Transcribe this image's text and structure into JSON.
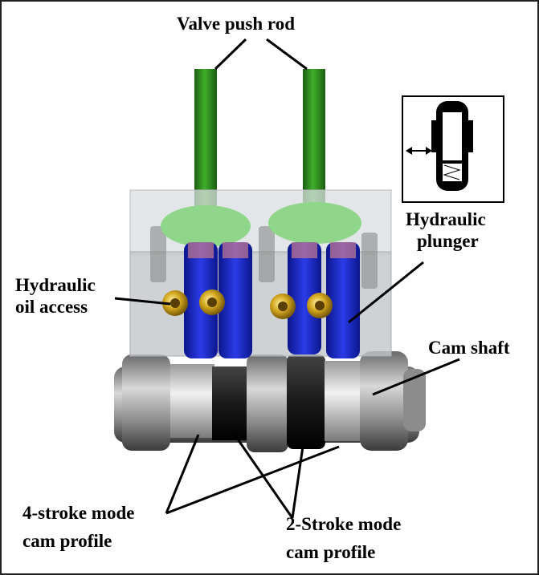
{
  "figure": {
    "labels": {
      "valve_push_rod": "Valve push rod",
      "hydraulic_plunger_line1": "Hydraulic",
      "hydraulic_plunger_line2": "plunger",
      "hydraulic_oil_access_line1": "Hydraulic",
      "hydraulic_oil_access_line2": "oil access",
      "cam_shaft": "Cam shaft",
      "four_stroke_line1": "4-stroke mode",
      "four_stroke_line2": "cam profile",
      "two_stroke_line1": "2-Stroke mode",
      "two_stroke_line2": "cam profile"
    },
    "colors": {
      "push_rod": "#2e8b1e",
      "plunger": "#1f2fd0",
      "brass_fitting": "#c9a227",
      "housing": "#c8ccd0",
      "cam_metal": "#9a9a9a",
      "cam_dark": "#2a2a2a",
      "rocker_green": "#8fd68a"
    }
  }
}
